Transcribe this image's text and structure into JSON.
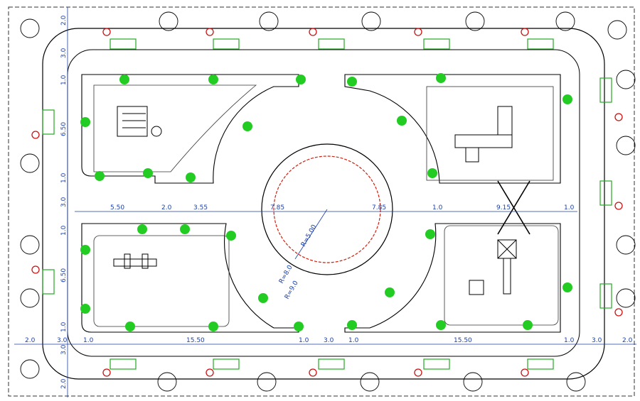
{
  "colors": {
    "paths": "#000000",
    "dimension": "#1a3fa8",
    "shrub": "#22cc22",
    "bench": "#22aa22",
    "lamp": "#cc1111",
    "flowerbed": "#cc2211",
    "boundary": "#555555"
  },
  "icons": {
    "tree": "tree-icon",
    "shrub": "shrub-icon",
    "bench": "bench-icon",
    "lamp": "lamp-icon",
    "bin": "trash-bin-icon",
    "bollard": "bollard-icon"
  },
  "dimensions": {
    "left_block": "5.50",
    "gap_center": "2.0",
    "right_block": "3.55",
    "radius_left": "7.85",
    "radius_right": "7.85",
    "edge_right": "1.0",
    "play_width": "9.15",
    "edge_far_right": "1.0",
    "bottom_outer_left": "2.0",
    "bottom_path_left": "3.0",
    "bottom_edge_left": "1.0",
    "bottom_block_left": "15.50",
    "bottom_edge_mid_left": "1.0",
    "bottom_center_gap": "3.0",
    "bottom_edge_mid_right": "1.0",
    "bottom_block_right": "15.50",
    "bottom_edge_right": "1.0",
    "bottom_path_right": "3.0",
    "bottom_outer_right": "2.0",
    "side_top_outer": "2.0",
    "side_top_path": "3.0",
    "side_top_edge": "1.0",
    "side_top_block": "6.50",
    "side_top_edge2": "1.0",
    "side_center": "3.0",
    "side_bottom_edge": "1.0",
    "side_bottom_block": "6.50",
    "side_bottom_edge2": "1.0",
    "side_bottom_path": "3.0",
    "side_bottom_outer": "2.0",
    "radius_inner": "R=5.00",
    "radius_mid": "R=8.0",
    "radius_outer": "R=9.0"
  }
}
